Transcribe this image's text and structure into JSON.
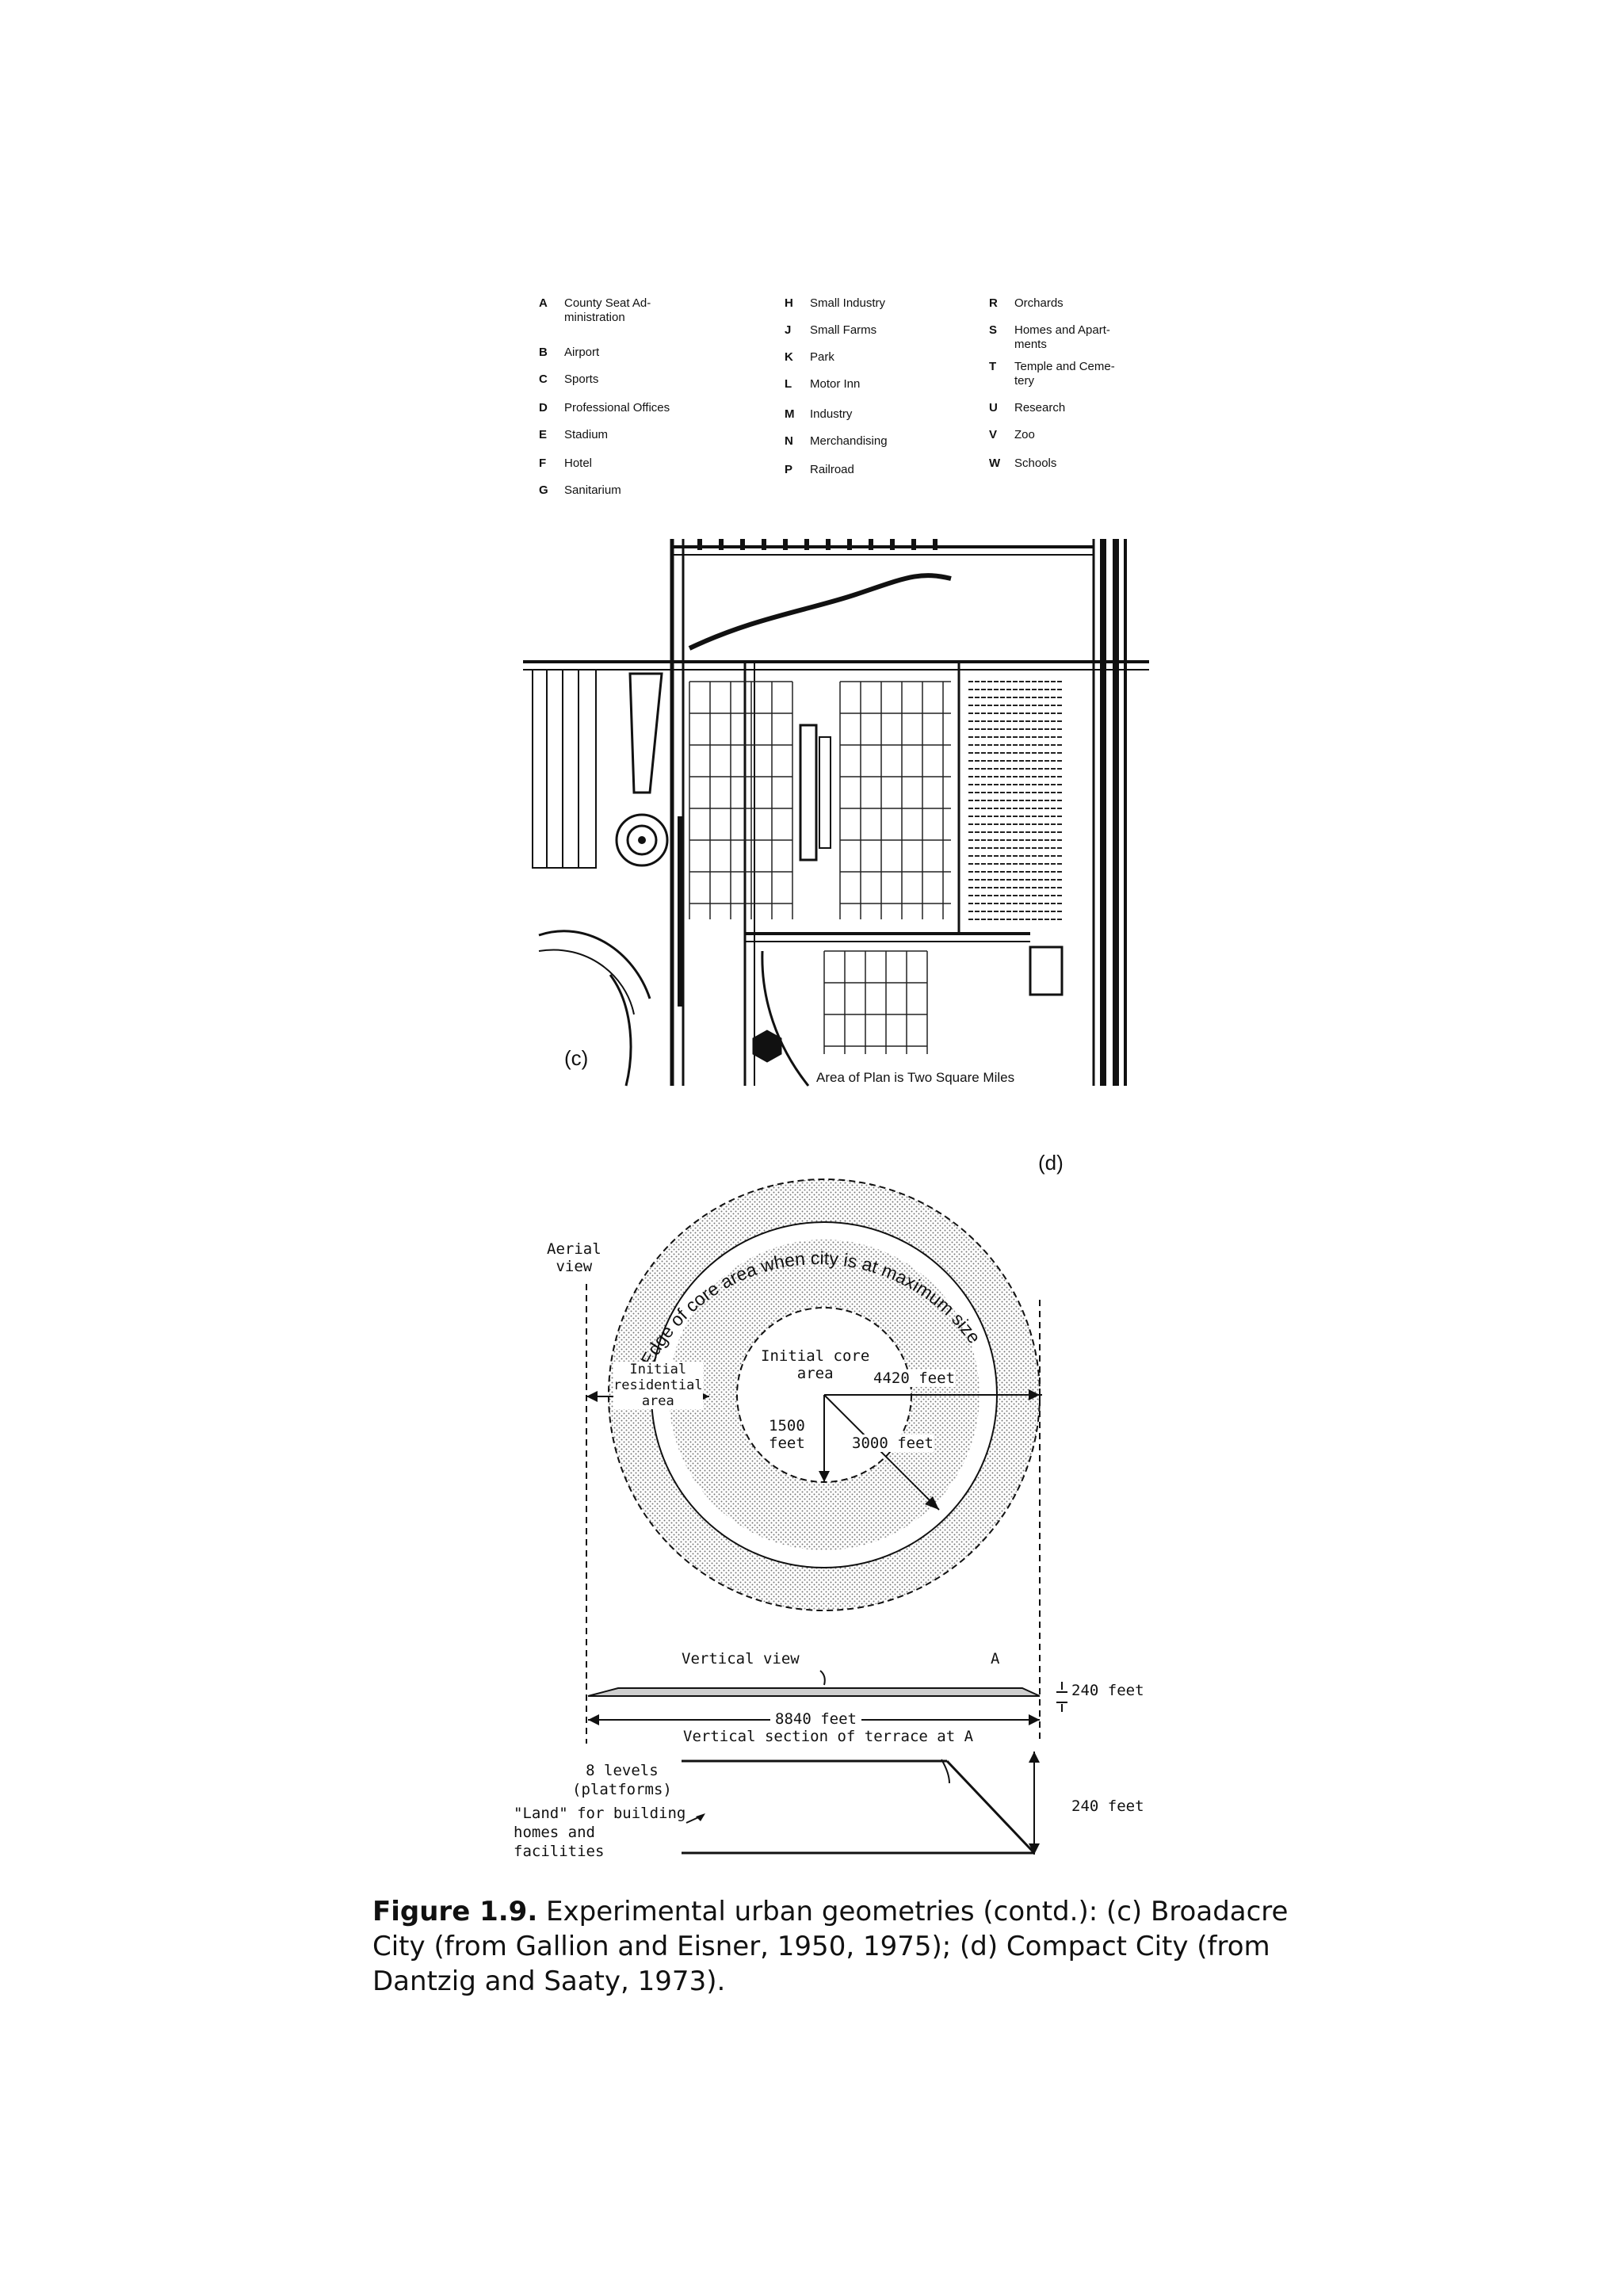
{
  "figure": {
    "number": "Figure 1.9.",
    "caption": "Experimental urban geometries (contd.): (c) Broadacre City (from Gallion and Eisner, 1950, 1975); (d) Compact City (from Dantzig and Saaty, 1973)."
  },
  "panel_c": {
    "label": "(c)",
    "area_note": "Area of Plan is Two Square Miles",
    "legend": [
      {
        "key": "A",
        "text": "County Seat Ad-\nministration"
      },
      {
        "key": "B",
        "text": "Airport"
      },
      {
        "key": "C",
        "text": "Sports"
      },
      {
        "key": "D",
        "text": "Professional Offices"
      },
      {
        "key": "E",
        "text": "Stadium"
      },
      {
        "key": "F",
        "text": "Hotel"
      },
      {
        "key": "G",
        "text": "Sanitarium"
      },
      {
        "key": "H",
        "text": "Small Industry"
      },
      {
        "key": "J",
        "text": "Small Farms"
      },
      {
        "key": "K",
        "text": "Park"
      },
      {
        "key": "L",
        "text": "Motor Inn"
      },
      {
        "key": "M",
        "text": "Industry"
      },
      {
        "key": "N",
        "text": "Merchandising"
      },
      {
        "key": "P",
        "text": "Railroad"
      },
      {
        "key": "R",
        "text": "Orchards"
      },
      {
        "key": "S",
        "text": "Homes and Apart-\nments"
      },
      {
        "key": "T",
        "text": "Temple and Ceme-\ntery"
      },
      {
        "key": "U",
        "text": "Research"
      },
      {
        "key": "V",
        "text": "Zoo"
      },
      {
        "key": "W",
        "text": "Schools"
      }
    ]
  },
  "panel_d": {
    "label": "(d)",
    "aerial_view": "Aerial\nview",
    "edge_label": "Edge of core area when city is at maximum size",
    "initial_core": "Initial core\narea",
    "initial_residential": "Initial\nresidential\narea",
    "r_4420": "4420 feet",
    "r_1500": "1500\nfeet",
    "r_3000": "3000 feet",
    "vertical_view": "Vertical view",
    "point_a": "A",
    "width_8840": "8840 feet",
    "height_240_top": "240 feet",
    "section_title": "Vertical section of terrace at A",
    "levels": "8 levels\n(platforms)",
    "land_label": "\"Land\" for building\nhomes and\nfacilities",
    "height_240_side": "240 feet"
  }
}
